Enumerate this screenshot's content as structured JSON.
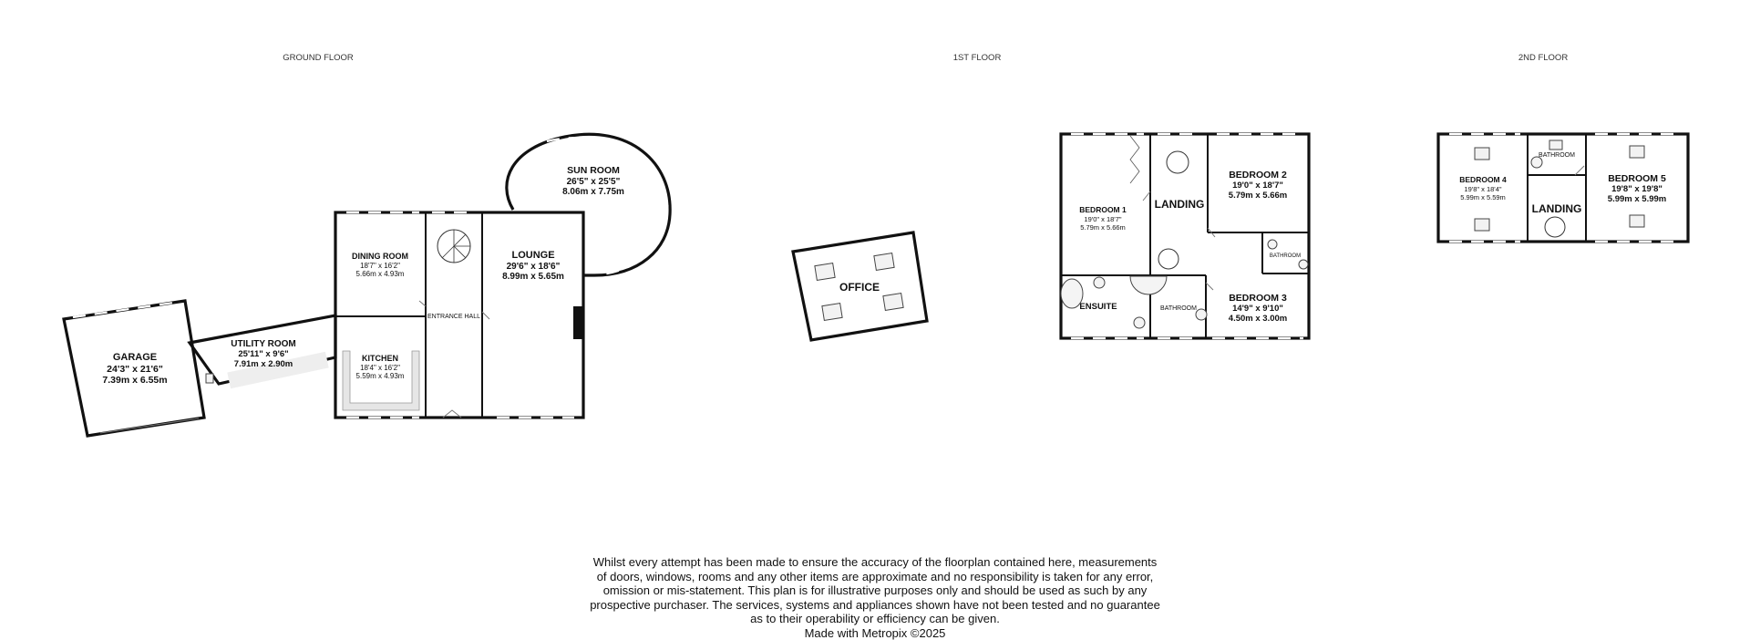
{
  "floors": {
    "ground": "GROUND FLOOR",
    "first": "1ST FLOOR",
    "second": "2ND FLOOR"
  },
  "rooms": {
    "garage": {
      "name": "GARAGE",
      "imperial": "24'3\"  x 21'6\"",
      "metric": "7.39m  x 6.55m"
    },
    "utility": {
      "name": "UTILITY ROOM",
      "imperial": "25'11\"  x 9'6\"",
      "metric": "7.91m  x 2.90m"
    },
    "dining": {
      "name": "DINING ROOM",
      "imperial": "18'7\"  x 16'2\"",
      "metric": "5.66m  x 4.93m"
    },
    "kitchen": {
      "name": "KITCHEN",
      "imperial": "18'4\"  x 16'2\"",
      "metric": "5.59m  x 4.93m"
    },
    "entrance": {
      "name": "ENTRANCE HALL"
    },
    "lounge": {
      "name": "LOUNGE",
      "imperial": "29'6\"  x 18'6\"",
      "metric": "8.99m  x 5.65m"
    },
    "sunroom": {
      "name": "SUN ROOM",
      "imperial": "26'5\"  x 25'5\"",
      "metric": "8.06m  x 7.75m"
    },
    "office": {
      "name": "OFFICE"
    },
    "bedroom1": {
      "name": "BEDROOM 1",
      "imperial": "19'0\"  x 18'7\"",
      "metric": "5.79m  x 5.66m"
    },
    "landing1": {
      "name": "LANDING"
    },
    "bedroom2": {
      "name": "BEDROOM 2",
      "imperial": "19'0\"  x 18'7\"",
      "metric": "5.79m  x 5.66m"
    },
    "ensuite": {
      "name": "ENSUITE"
    },
    "bathroom1": {
      "name": "BATHROOM"
    },
    "bathroom1b": {
      "name": "BATHROOM"
    },
    "bedroom3": {
      "name": "BEDROOM 3",
      "imperial": "14'9\"  x 9'10\"",
      "metric": "4.50m  x 3.00m"
    },
    "bedroom4": {
      "name": "BEDROOM 4",
      "imperial": "19'8\"  x 18'4\"",
      "metric": "5.99m  x 5.59m"
    },
    "bathroom2": {
      "name": "BATHROOM"
    },
    "landing2": {
      "name": "LANDING"
    },
    "bedroom5": {
      "name": "BEDROOM 5",
      "imperial": "19'8\"  x 19'8\"",
      "metric": "5.99m  x 5.99m"
    }
  },
  "disclaimer": {
    "lines": [
      "Whilst every attempt has been made to ensure the accuracy of the floorplan contained here, measurements",
      "of doors, windows, rooms and any other items are approximate and no responsibility is taken for any error,",
      "omission or mis-statement. This plan is for illustrative purposes only and should be used as such by any",
      "prospective purchaser. The services, systems and appliances shown have not been tested and no guarantee",
      "as to their operability or efficiency can be given."
    ],
    "credit": "Made with Metropix ©2025"
  }
}
